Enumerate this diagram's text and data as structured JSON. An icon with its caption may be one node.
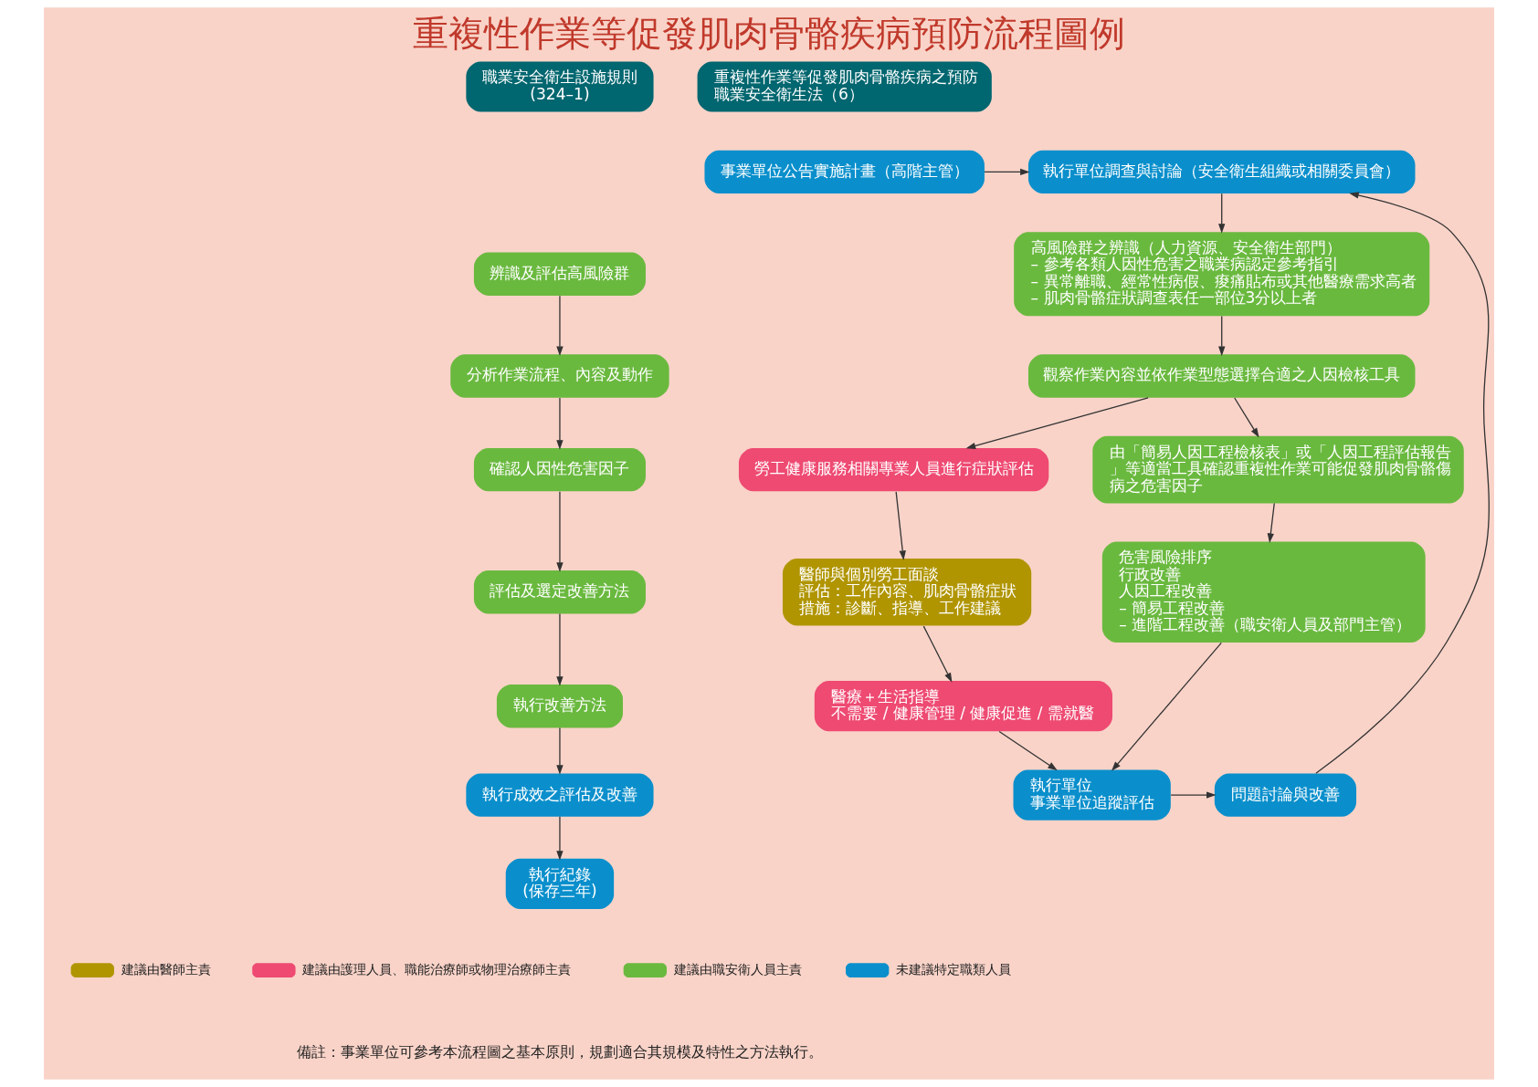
{
  "diagram": {
    "title": "重複性作業等促發肌肉骨骼疾病預防流程圖例",
    "nodes": [
      {
        "text": [
          "職業安全衛生設施規則",
          "(324–1)"
        ]
      },
      {
        "text": [
          "重複性作業等促發肌肉骨骼疾病之預防",
          "職業安全衛生法（6）"
        ]
      },
      {
        "text": [
          "事業單位公告實施計畫（高階主管）"
        ]
      },
      {
        "text": [
          "執行單位調查與討論（安全衛生組織或相關委員會）"
        ]
      },
      {
        "text": [
          "辨識及評估高風險群"
        ]
      },
      {
        "text": [
          "高風險群之辨識（人力資源、安全衛生部門）",
          "– 參考各類人因性危害之職業病認定參考指引",
          "– 異常離職、經常性病假、痠痛貼布或其他醫療需求高者",
          "– 肌肉骨骼症狀調查表任一部位3分以上者"
        ]
      },
      {
        "text": [
          "分析作業流程、內容及動作"
        ]
      },
      {
        "text": [
          "觀察作業內容並依作業型態選擇合適之人因檢核工具"
        ]
      },
      {
        "text": [
          "確認人因性危害因子"
        ]
      },
      {
        "text": [
          "勞工健康服務相關專業人員進行症狀評估"
        ]
      },
      {
        "text": [
          "由「簡易人因工程檢核表」或「人因工程評估報告」等適當工具確認重複性作業可能促發肌肉骨骼傷病之危害因子"
        ]
      },
      {
        "text": [
          "評估及選定改善方法"
        ]
      },
      {
        "text": [
          "醫師與個別勞工面談",
          "評估：工作內容、肌肉骨骼症狀",
          "措施：診斷、指導、工作建議"
        ]
      },
      {
        "text": [
          "危害風險排序",
          "行政改善",
          "人因工程改善",
          "– 簡易工程改善",
          "– 進階工程改善（職安衛人員及部門主管）"
        ]
      },
      {
        "text": [
          "執行改善方法"
        ]
      },
      {
        "text": [
          "醫療＋生活指導",
          "不需要 / 健康管理 / 健康促進 / 需就醫"
        ]
      },
      {
        "text": [
          "執行成效之評估及改善"
        ]
      },
      {
        "text": [
          "執行單位",
          "事業單位追蹤評估"
        ]
      },
      {
        "text": [
          "問題討論與改善"
        ]
      },
      {
        "text": [
          "執行紀錄",
          "(保存三年)"
        ]
      }
    ],
    "edges": [
      {
        "from": 4,
        "to": 6,
        "arrow": "to"
      },
      {
        "from": 6,
        "to": 8,
        "arrow": "to"
      },
      {
        "from": 8,
        "to": 11,
        "arrow": "to"
      },
      {
        "from": 11,
        "to": 14,
        "arrow": "to"
      },
      {
        "from": 14,
        "to": 16,
        "arrow": "to"
      },
      {
        "from": 16,
        "to": 19,
        "arrow": "to"
      },
      {
        "from": 2,
        "to": 3,
        "arrow": "to"
      },
      {
        "from": 3,
        "to": 5,
        "arrow": "to"
      },
      {
        "from": 5,
        "to": 7,
        "arrow": "to"
      },
      {
        "from": 7,
        "to": 9,
        "arrow": "to"
      },
      {
        "from": 7,
        "to": 10,
        "arrow": "to"
      },
      {
        "from": 9,
        "to": 12,
        "arrow": "to"
      },
      {
        "from": 12,
        "to": 15,
        "arrow": "to"
      },
      {
        "from": 10,
        "to": 13,
        "arrow": "to"
      },
      {
        "from": 15,
        "to": 17,
        "arrow": "to"
      },
      {
        "from": 13,
        "to": 17,
        "arrow": "to"
      },
      {
        "from": 17,
        "to": 18,
        "arrow": "to"
      },
      {
        "from": 18,
        "to": 3,
        "arrow": "to"
      }
    ],
    "labels": [
      "備註：事業單位可參考本流程圖之基本原則，規劃適合其規模及特性之方法執行。"
    ],
    "legend": [
      {
        "text": "建議由醫師主責",
        "color": "#b09500"
      },
      {
        "text": "建議由護理人員、職能治療師或物理治療師主責",
        "color": "#ee4a72"
      },
      {
        "text": "建議由職安衛人員主責",
        "color": "#6ab93f"
      },
      {
        "text": "未建議特定職類人員",
        "color": "#0a8fcc"
      }
    ]
  }
}
